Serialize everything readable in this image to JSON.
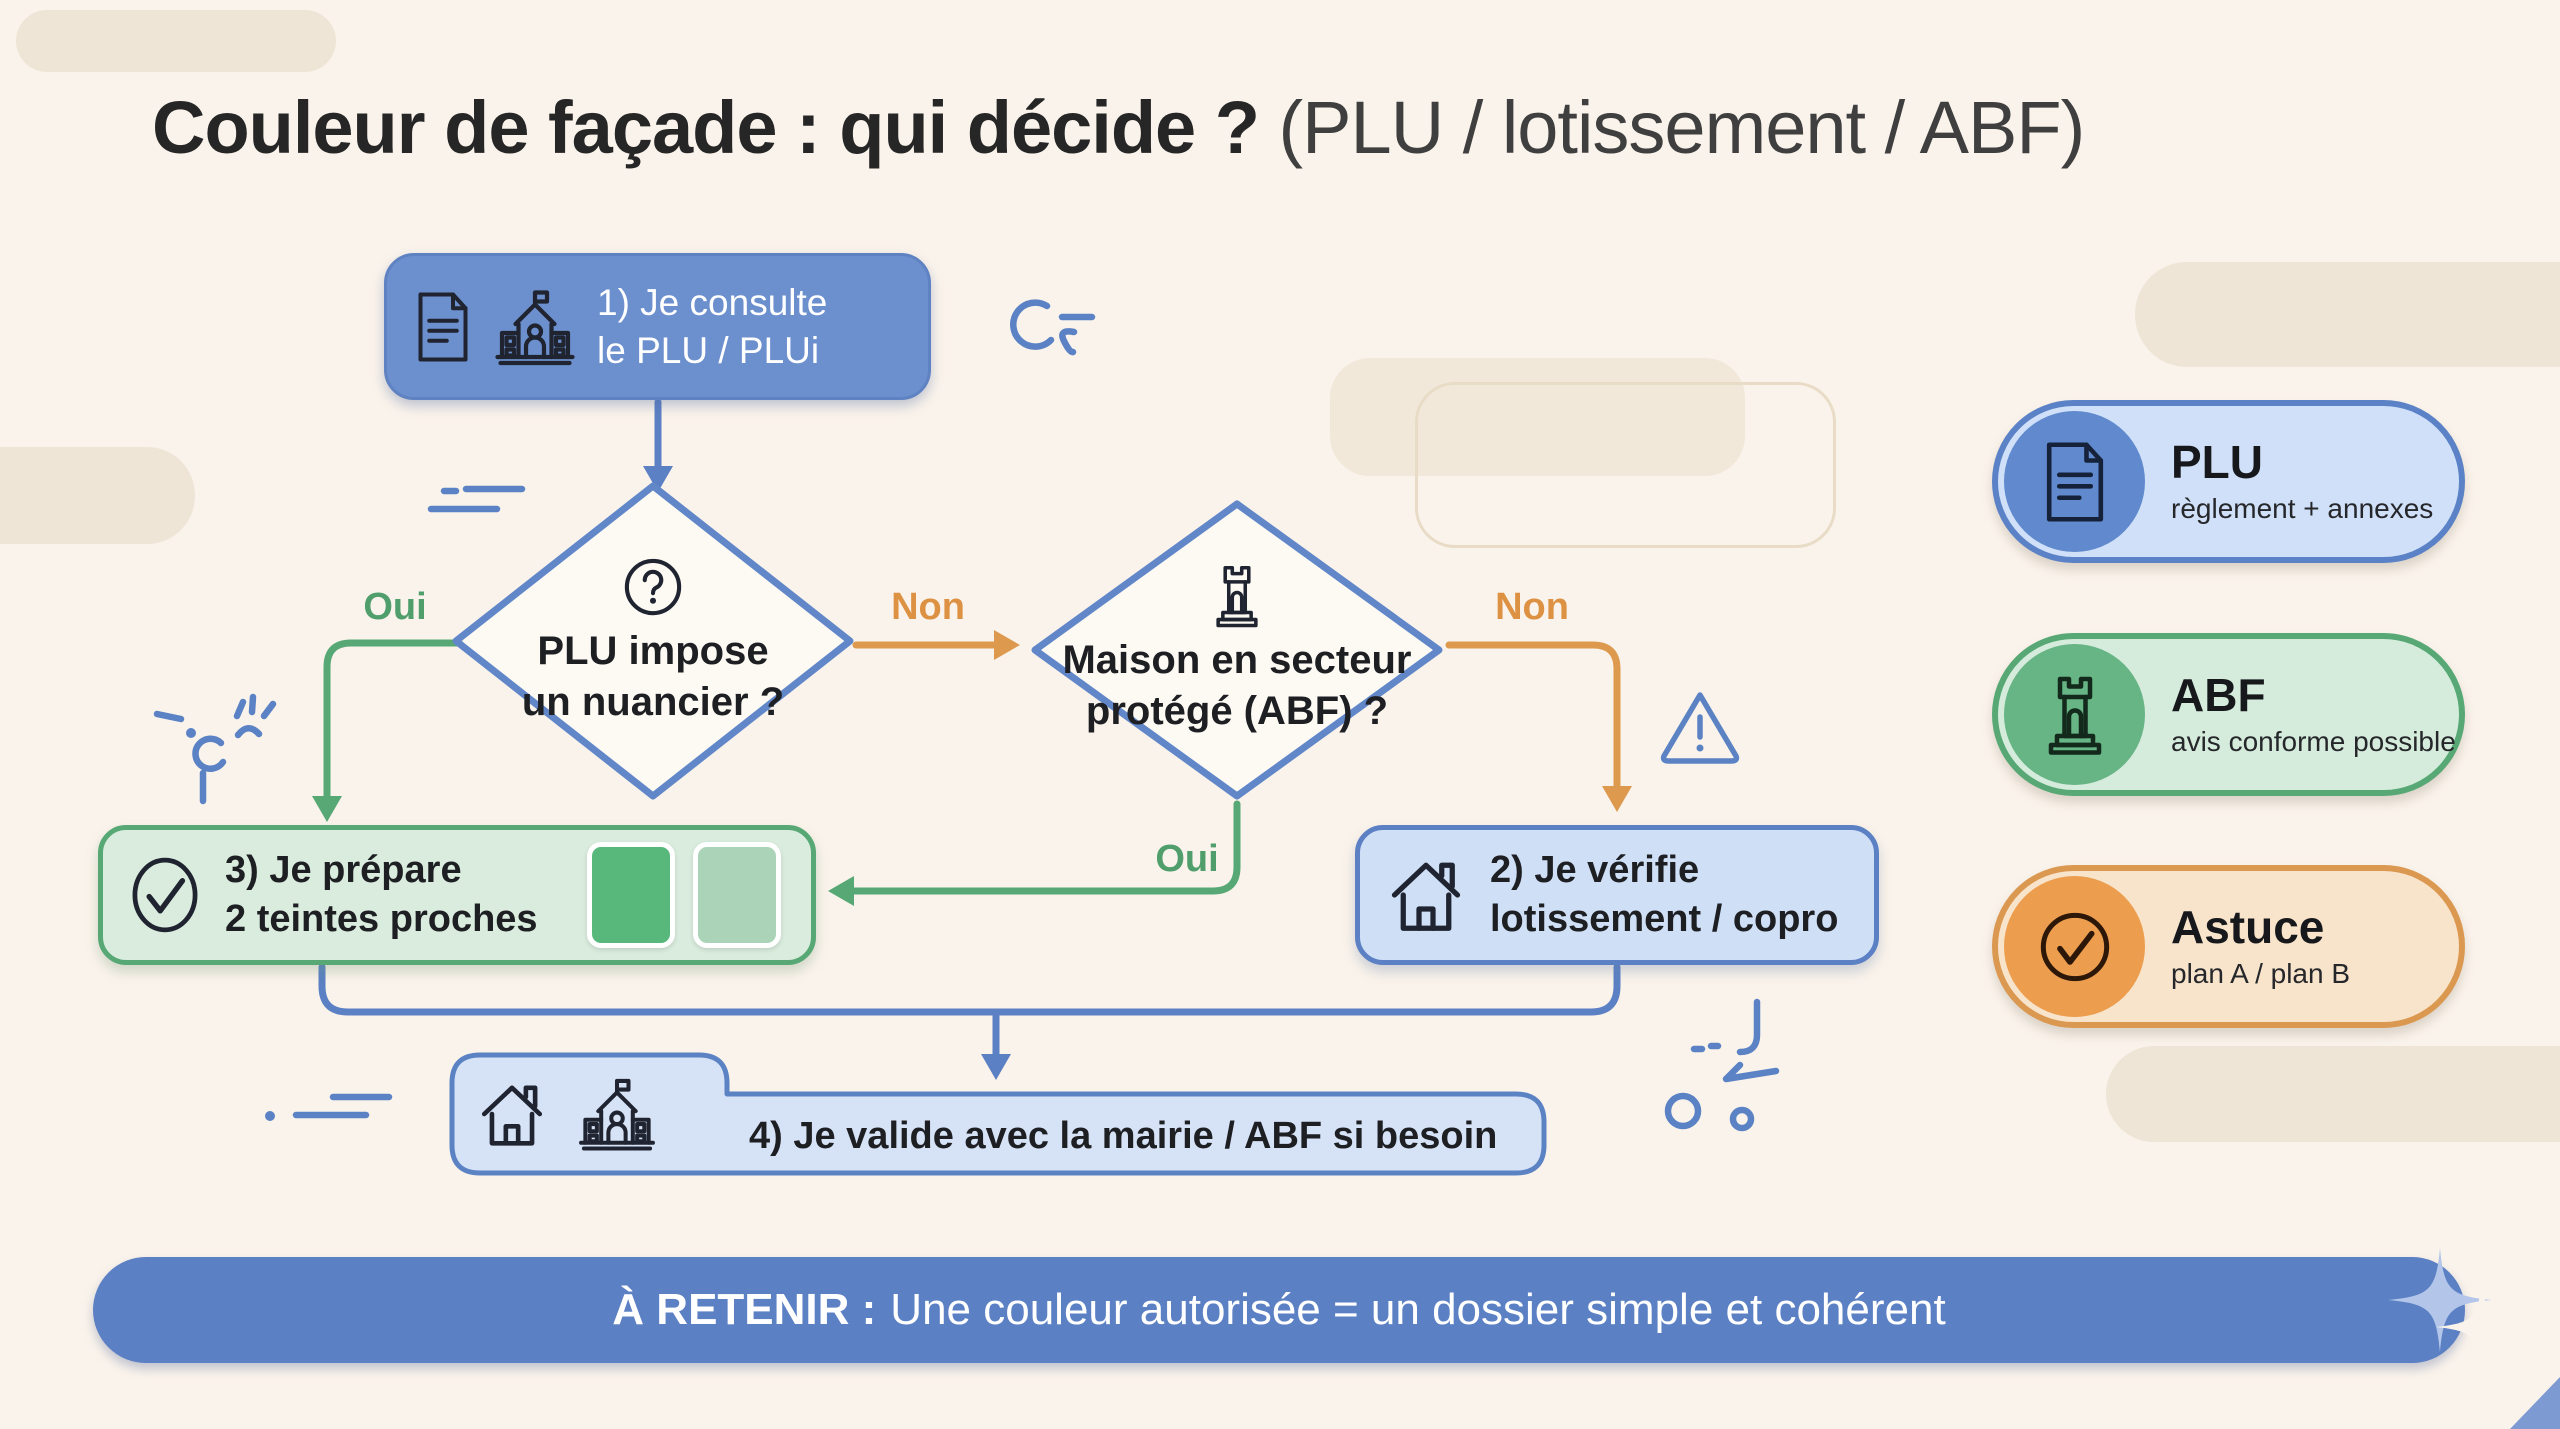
{
  "title": {
    "main": "Couleur de façade : qui décide ?",
    "suffix": " (PLU / lotissement / ABF)"
  },
  "flow": {
    "step1": {
      "line1": "1) Je consulte",
      "line2": "le PLU / PLUi"
    },
    "decision1": {
      "line1": "PLU impose",
      "line2": "un nuancier ?"
    },
    "decision2": {
      "line1": "Maison en secteur",
      "line2": "protégé (ABF) ?"
    },
    "step3": {
      "line1": "3) Je prépare",
      "line2": "2 teintes proches",
      "swatches": [
        "#58b87c",
        "#abd3b8"
      ]
    },
    "step2": {
      "line1": "2) Je vérifie",
      "line2": "lotissement / copro"
    },
    "step4": {
      "label": "4) Je valide avec la mairie / ABF si besoin"
    },
    "labels": {
      "oui1": "Oui",
      "non1": "Non",
      "non2": "Non",
      "oui2": "Oui"
    }
  },
  "legend": [
    {
      "title": "PLU",
      "subtitle": "règlement + annexes",
      "accent": "#5b82c6"
    },
    {
      "title": "ABF",
      "subtitle": "avis conforme possible",
      "accent": "#57a874"
    },
    {
      "title": "Astuce",
      "subtitle": "plan A / plan B",
      "accent": "#db9850"
    }
  ],
  "banner": {
    "bold": "À RETENIR :",
    "text": "Une couleur autorisée = un dossier simple et cohérent"
  },
  "icons": [
    "document-icon",
    "town-hall-icon",
    "question-circle-icon",
    "castle-tower-icon",
    "check-circle-icon",
    "house-icon",
    "warning-triangle-icon"
  ],
  "palette": {
    "background": "#faf3eb",
    "flow_blue": "#5b80c3",
    "flow_green": "#57a874",
    "flow_orange": "#dd9a4f",
    "node_blue_fill": "#6c8fce",
    "light_blue_fill": "#cfdff6",
    "light_green_fill": "#d9ecdd",
    "legend_orange_fill": "#f8e4cb",
    "banner_blue": "#5c80c4"
  }
}
